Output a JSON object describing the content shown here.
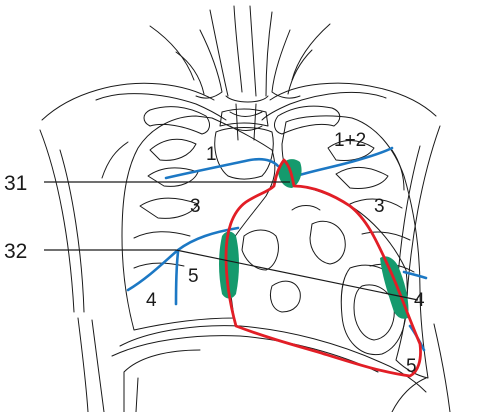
{
  "colors": {
    "lung_fill": "#c5d3ee",
    "fissure_blue": "#1c78c4",
    "green_mark": "#159a6d",
    "heart_outline": "#e21e26",
    "line": "#1a1a1a"
  },
  "labels": {
    "callout_31": "31",
    "callout_32": "32",
    "right_upper": "1",
    "right_middle": "3",
    "right_lingula": "5",
    "right_lower": "4",
    "left_upper": "1+2",
    "left_middle": "3",
    "left_lower": "4",
    "left_base": "5"
  }
}
